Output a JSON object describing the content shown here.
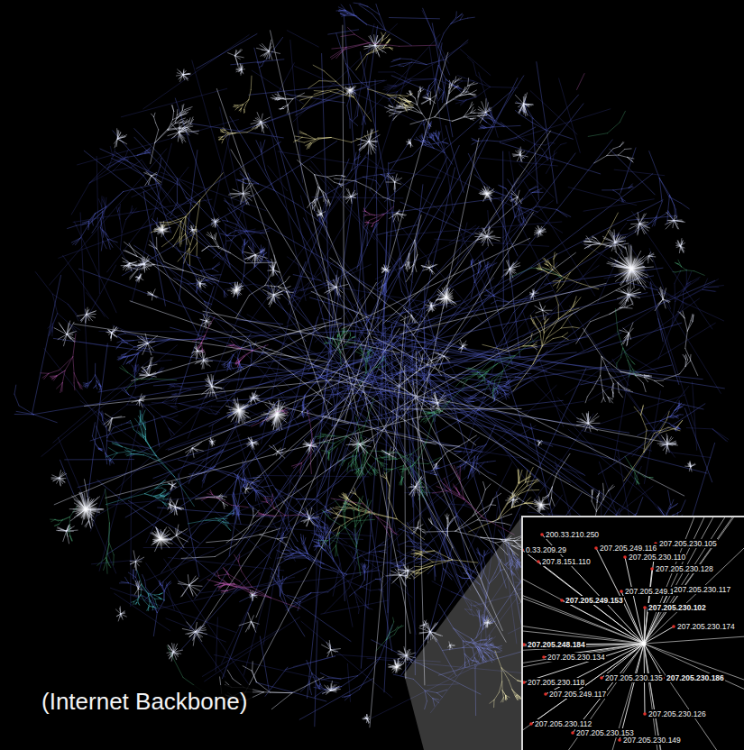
{
  "diagram": {
    "caption": "(Internet Backbone)",
    "labels": [
      "200.33.210.250",
      "0.33.209.29",
      "207.205.249.116",
      "207.205.230.105",
      "207.8.151.110",
      "207.205.230.110",
      "207.205.230.128",
      "207.205.249.153",
      "207.205.249.112",
      "207.205.230.117",
      "207.205.230.102",
      "207.205.230.174",
      "207.205.248.184",
      "207.205.230.134",
      "207.205.230.135",
      "207.205.230.186",
      "207.205.230.118",
      "207.205.249.117",
      "207.205.230.126",
      "207.205.230.112",
      "207.205.230.153",
      "207.205.230.149"
    ]
  }
}
